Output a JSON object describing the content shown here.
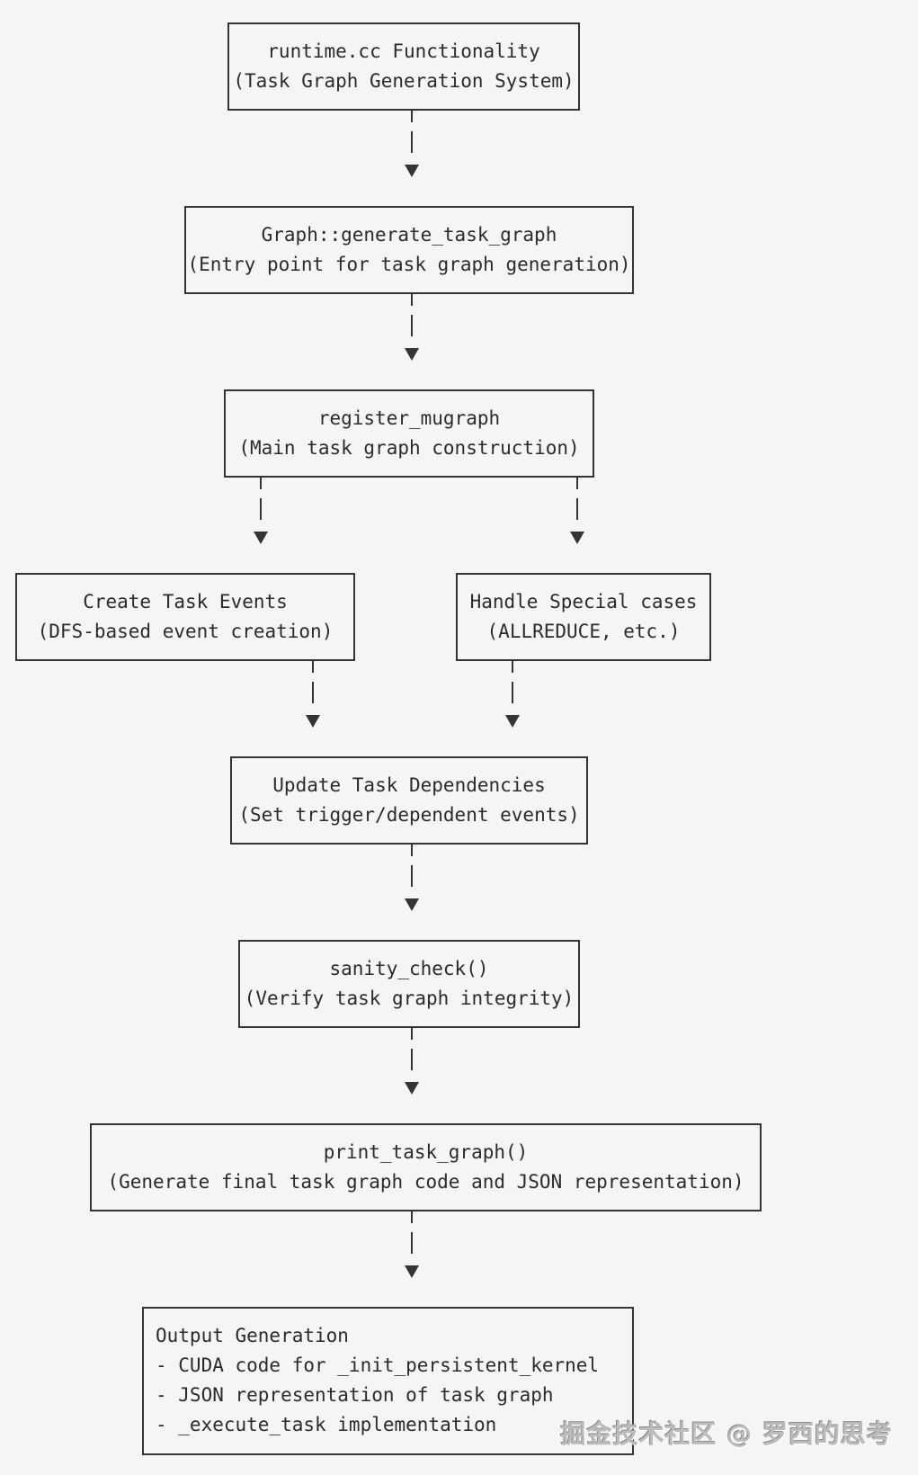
{
  "page": {
    "background": "#f5f5f6",
    "ink": "#2b2b2b",
    "border_color": "#343434"
  },
  "diagram": {
    "title": "runtime.cc task graph generation flowchart",
    "nodes": [
      {
        "id": "runtime",
        "lines": [
          "runtime.cc Functionality",
          "(Task Graph Generation System)"
        ]
      },
      {
        "id": "generate_task_graph",
        "lines": [
          "Graph::generate_task_graph",
          "(Entry point for task graph generation)"
        ]
      },
      {
        "id": "register_mugraph",
        "lines": [
          "register_mugraph",
          "(Main task graph construction)"
        ]
      },
      {
        "id": "create_task_events",
        "lines": [
          "Create Task Events",
          "(DFS-based event creation)"
        ]
      },
      {
        "id": "handle_special_cases",
        "lines": [
          "Handle Special cases",
          "(ALLREDUCE, etc.)"
        ]
      },
      {
        "id": "update_task_dependencies",
        "lines": [
          "Update Task Dependencies",
          "(Set trigger/dependent events)"
        ]
      },
      {
        "id": "sanity_check",
        "lines": [
          "sanity_check()",
          "(Verify task graph integrity)"
        ]
      },
      {
        "id": "print_task_graph",
        "lines": [
          "print_task_graph()",
          "(Generate final task graph code and JSON representation)"
        ]
      },
      {
        "id": "output_generation",
        "lines": [
          "Output Generation",
          "- CUDA code for _init_persistent_kernel",
          "- JSON representation of task graph",
          "- _execute_task implementation"
        ]
      }
    ],
    "edges": [
      {
        "from": "runtime",
        "to": "generate_task_graph"
      },
      {
        "from": "generate_task_graph",
        "to": "register_mugraph"
      },
      {
        "from": "register_mugraph",
        "to": "create_task_events"
      },
      {
        "from": "register_mugraph",
        "to": "handle_special_cases"
      },
      {
        "from": "create_task_events",
        "to": "update_task_dependencies"
      },
      {
        "from": "handle_special_cases",
        "to": "update_task_dependencies"
      },
      {
        "from": "update_task_dependencies",
        "to": "sanity_check"
      },
      {
        "from": "sanity_check",
        "to": "print_task_graph"
      },
      {
        "from": "print_task_graph",
        "to": "output_generation"
      }
    ]
  },
  "watermark": {
    "text": "掘金技术社区 @ 罗西的思考"
  }
}
